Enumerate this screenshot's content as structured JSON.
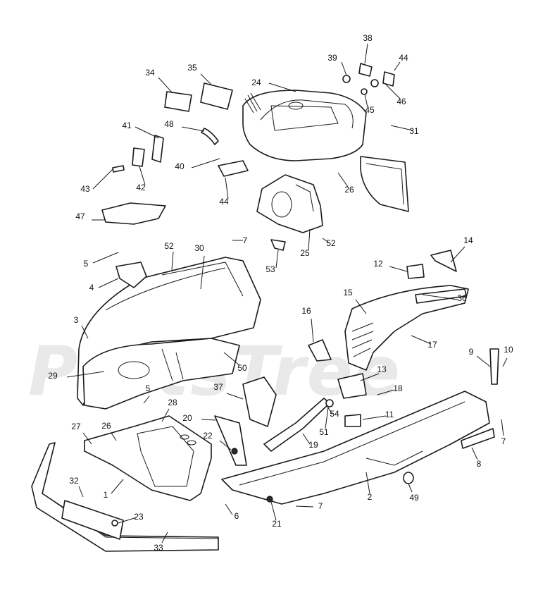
{
  "watermark": "PartsTree",
  "callouts": [
    {
      "n": "38"
    },
    {
      "n": "39"
    },
    {
      "n": "44"
    },
    {
      "n": "34"
    },
    {
      "n": "35"
    },
    {
      "n": "24"
    },
    {
      "n": "46"
    },
    {
      "n": "45"
    },
    {
      "n": "41"
    },
    {
      "n": "48"
    },
    {
      "n": "31"
    },
    {
      "n": "40"
    },
    {
      "n": "43"
    },
    {
      "n": "42"
    },
    {
      "n": "26"
    },
    {
      "n": "44"
    },
    {
      "n": "47"
    },
    {
      "n": "25"
    },
    {
      "n": "52"
    },
    {
      "n": "7"
    },
    {
      "n": "52"
    },
    {
      "n": "30"
    },
    {
      "n": "5"
    },
    {
      "n": "53"
    },
    {
      "n": "4"
    },
    {
      "n": "14"
    },
    {
      "n": "12"
    },
    {
      "n": "15"
    },
    {
      "n": "36"
    },
    {
      "n": "3"
    },
    {
      "n": "16"
    },
    {
      "n": "17"
    },
    {
      "n": "9"
    },
    {
      "n": "10"
    },
    {
      "n": "29"
    },
    {
      "n": "50"
    },
    {
      "n": "13"
    },
    {
      "n": "18"
    },
    {
      "n": "5"
    },
    {
      "n": "37"
    },
    {
      "n": "28"
    },
    {
      "n": "54"
    },
    {
      "n": "11"
    },
    {
      "n": "20"
    },
    {
      "n": "51"
    },
    {
      "n": "7"
    },
    {
      "n": "27"
    },
    {
      "n": "26"
    },
    {
      "n": "22"
    },
    {
      "n": "19"
    },
    {
      "n": "8"
    },
    {
      "n": "32"
    },
    {
      "n": "1"
    },
    {
      "n": "2"
    },
    {
      "n": "49"
    },
    {
      "n": "7"
    },
    {
      "n": "6"
    },
    {
      "n": "23"
    },
    {
      "n": "21"
    },
    {
      "n": "33"
    }
  ]
}
